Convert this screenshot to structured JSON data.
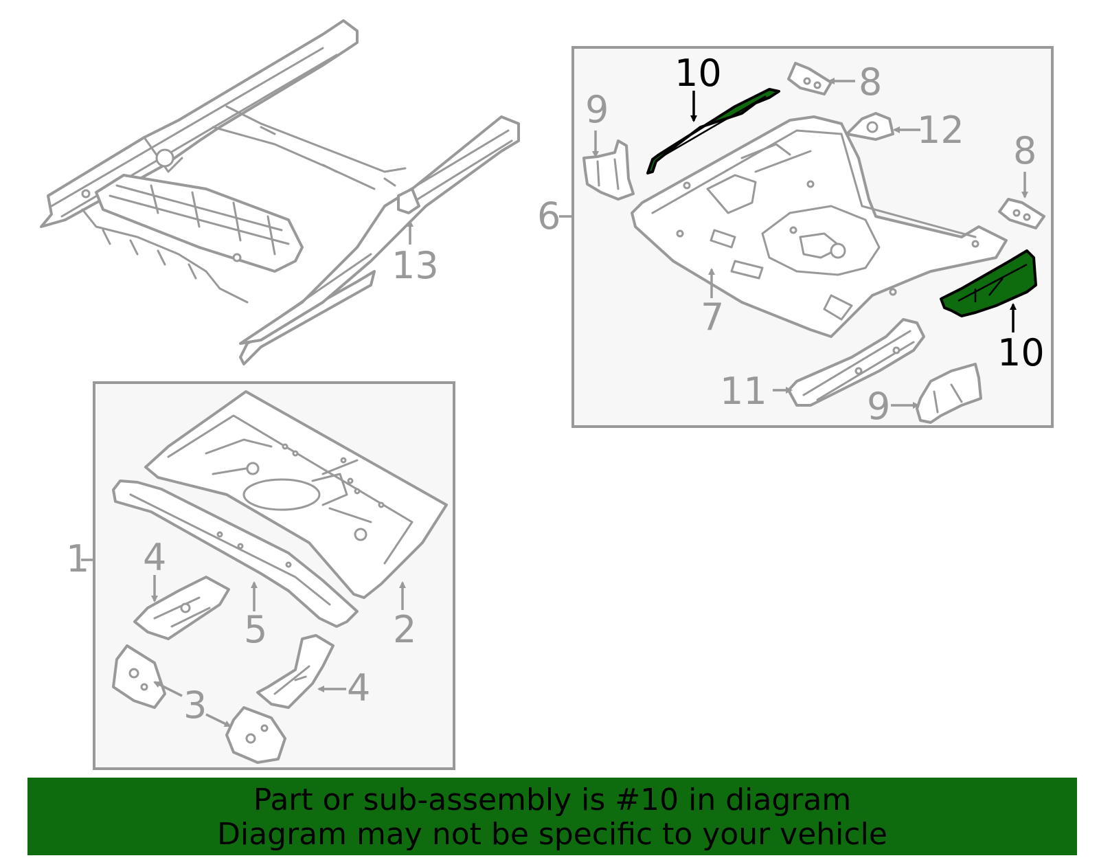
{
  "diagram": {
    "callouts": {
      "c1": "1",
      "c2": "2",
      "c3": "3",
      "c4a": "4",
      "c4b": "4",
      "c5": "5",
      "c6": "6",
      "c7": "7",
      "c8a": "8",
      "c8b": "8",
      "c9a": "9",
      "c9b": "9",
      "c10a": "10",
      "c10b": "10",
      "c11": "11",
      "c12": "12",
      "c13": "13"
    },
    "highlighted_part": "10",
    "colors": {
      "highlight": "#0e6b0e",
      "line": "#999999",
      "box_fill": "#f7f7f7"
    }
  },
  "banner": {
    "line1": "Part or sub-assembly is #10 in diagram",
    "line2": "Diagram may not be specific to your vehicle"
  }
}
